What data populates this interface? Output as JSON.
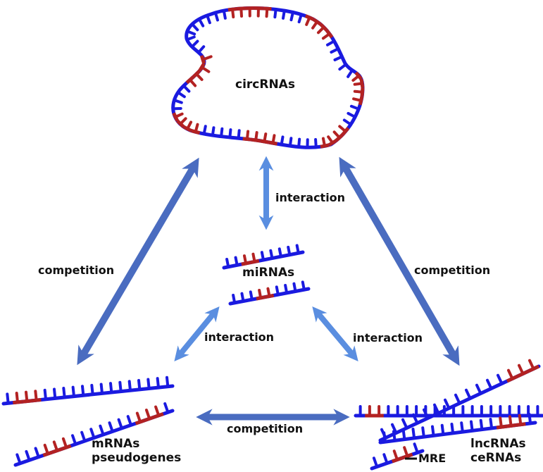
{
  "colors": {
    "strand": "#1a1ae0",
    "mre": "#b32222",
    "arrow_competition": "#4a6cc0",
    "arrow_interaction": "#5a8ee0",
    "text": "#111111"
  },
  "nodes": {
    "circrnas": {
      "label": "circRNAs"
    },
    "mirnas": {
      "label": "miRNAs"
    },
    "mrnas": {
      "label_line1": "mRNAs",
      "label_line2": "pseudogenes"
    },
    "lncrnas": {
      "label_line1": "lncRNAs",
      "label_line2": "ceRNAs"
    },
    "mre": {
      "label": "MRE"
    }
  },
  "edges": {
    "circ_mirna": {
      "label": "interaction",
      "type": "interaction"
    },
    "circ_mrna": {
      "label": "competition",
      "type": "competition"
    },
    "circ_lnc": {
      "label": "competition",
      "type": "competition"
    },
    "mirna_mrna": {
      "label": "interaction",
      "type": "interaction"
    },
    "mirna_lnc": {
      "label": "interaction",
      "type": "interaction"
    },
    "mrna_lnc": {
      "label": "competition",
      "type": "competition"
    }
  }
}
